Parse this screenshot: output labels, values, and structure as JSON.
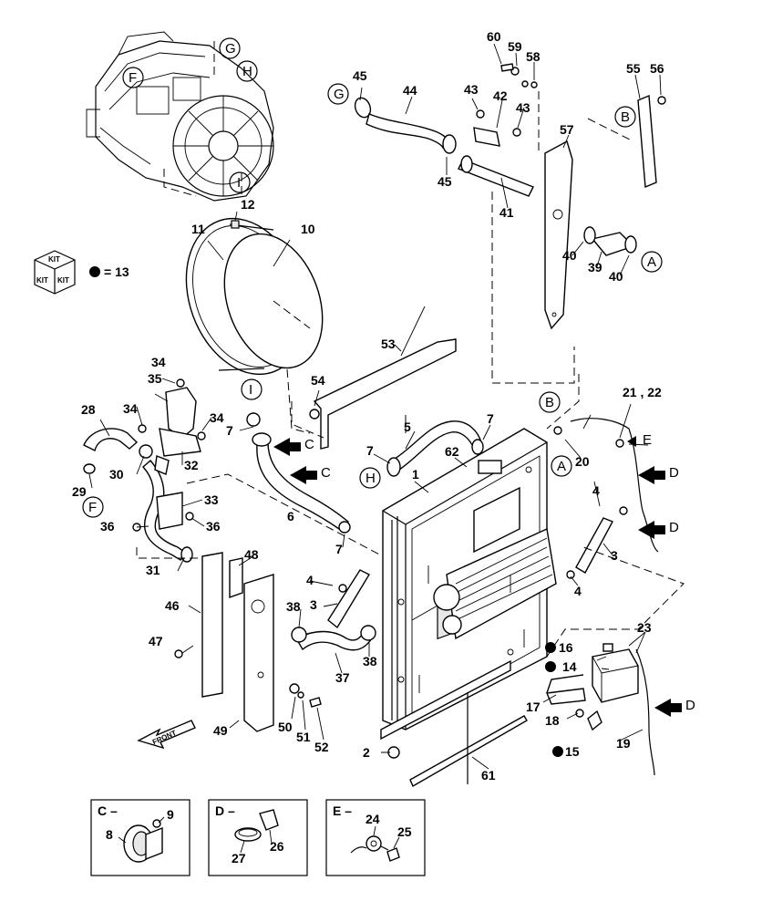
{
  "legend": {
    "kit_box_text": "KIT",
    "kit_marker_label": "= 13"
  },
  "inset_titles": {
    "c": "C –",
    "d": "D –",
    "e": "E –"
  },
  "front_arrow_text": "FRONT",
  "callouts": {
    "A": "A",
    "B": "B",
    "C": "C",
    "D": "D",
    "E": "E",
    "F": "F",
    "G": "G",
    "H": "H",
    "I": "I"
  },
  "labels": {
    "p1": "1",
    "p2": "2",
    "p3": "3",
    "p4": "4",
    "p5": "5",
    "p6": "6",
    "p7": "7",
    "p8": "8",
    "p9": "9",
    "p10": "10",
    "p11": "11",
    "p12": "12",
    "p14": "14",
    "p15": "15",
    "p16": "16",
    "p17": "17",
    "p18": "18",
    "p19": "19",
    "p20": "20",
    "p21_22": "21 , 22",
    "p23": "23",
    "p24": "24",
    "p25": "25",
    "p26": "26",
    "p27": "27",
    "p28": "28",
    "p29": "29",
    "p30": "30",
    "p31": "31",
    "p32": "32",
    "p33": "33",
    "p34": "34",
    "p35": "35",
    "p36": "36",
    "p37": "37",
    "p38": "38",
    "p39": "39",
    "p40": "40",
    "p41": "41",
    "p42": "42",
    "p43": "43",
    "p44": "44",
    "p45": "45",
    "p46": "46",
    "p47": "47",
    "p48": "48",
    "p49": "49",
    "p50": "50",
    "p51": "51",
    "p52": "52",
    "p53": "53",
    "p54": "54",
    "p55": "55",
    "p56": "56",
    "p57": "57",
    "p58": "58",
    "p59": "59",
    "p60": "60",
    "p61": "61",
    "p62": "62"
  }
}
